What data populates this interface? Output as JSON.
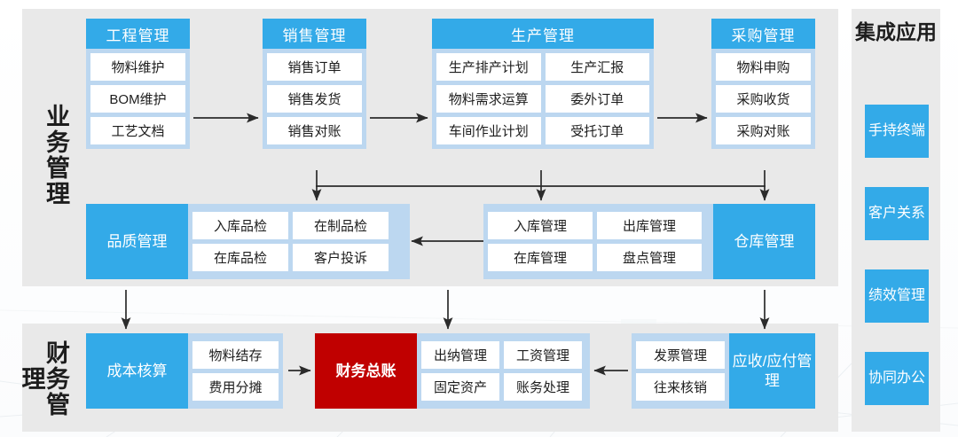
{
  "sections": {
    "business_label": "业务管理",
    "finance_label": "财务管理",
    "integration_title": "集成应用"
  },
  "colors": {
    "primary_blue": "#33AAE8",
    "card_body_blue": "#BCD7F0",
    "panel_grey": "#E9E9E9",
    "accent_red": "#C00000",
    "cell_white": "#FFFFFF",
    "text_dark": "#1D1D1D"
  },
  "business_row1": [
    {
      "title": "工程管理",
      "items": [
        "物料维护",
        "BOM维护",
        "工艺文档"
      ],
      "columns": 1
    },
    {
      "title": "销售管理",
      "items": [
        "销售订单",
        "销售发货",
        "销售对账"
      ],
      "columns": 1
    },
    {
      "title": "生产管理",
      "items": [
        "生产排产计划",
        "生产汇报",
        "物料需求运算",
        "委外订单",
        "车间作业计划",
        "受托订单"
      ],
      "columns": 2
    },
    {
      "title": "采购管理",
      "items": [
        "物料申购",
        "采购收货",
        "采购对账"
      ],
      "columns": 1
    }
  ],
  "business_row2": [
    {
      "title": "品质管理",
      "block_side": "left",
      "items": [
        "入库品检",
        "在制品检",
        "在库品检",
        "客户投诉"
      ],
      "columns": 2
    },
    {
      "title": "仓库管理",
      "block_side": "right",
      "items": [
        "入库管理",
        "出库管理",
        "在库管理",
        "盘点管理"
      ],
      "columns": 2
    }
  ],
  "finance_row": [
    {
      "title": "成本核算",
      "block_side": "left",
      "block_color": "blue",
      "items": [
        "物料结存",
        "费用分摊"
      ],
      "columns": 1
    },
    {
      "title": "财务总账",
      "block_side": "left",
      "block_color": "red",
      "items": [
        "出纳管理",
        "工资管理",
        "固定资产",
        "账务处理"
      ],
      "columns": 2
    },
    {
      "title": "应收/应付管理",
      "block_side": "right",
      "block_color": "blue",
      "items": [
        "发票管理",
        "往来核销"
      ],
      "columns": 1
    }
  ],
  "integration_tiles": [
    "手持终端",
    "客户关系",
    "绩效管理",
    "协同办公"
  ],
  "connectors": [
    {
      "name": "engineering-to-sales",
      "type": "arrow-right"
    },
    {
      "name": "sales-to-production",
      "type": "arrow-right"
    },
    {
      "name": "production-to-purchase",
      "type": "arrow-right"
    },
    {
      "name": "sales-down-bus",
      "type": "bus-down"
    },
    {
      "name": "warehouse-to-quality",
      "type": "arrow-left"
    },
    {
      "name": "quality-to-cost",
      "type": "arrow-down"
    },
    {
      "name": "middle-to-ledger",
      "type": "arrow-down"
    },
    {
      "name": "warehouse-to-payable",
      "type": "arrow-down"
    },
    {
      "name": "cost-to-ledger",
      "type": "arrow-right"
    },
    {
      "name": "payable-to-ledger",
      "type": "arrow-left"
    }
  ]
}
